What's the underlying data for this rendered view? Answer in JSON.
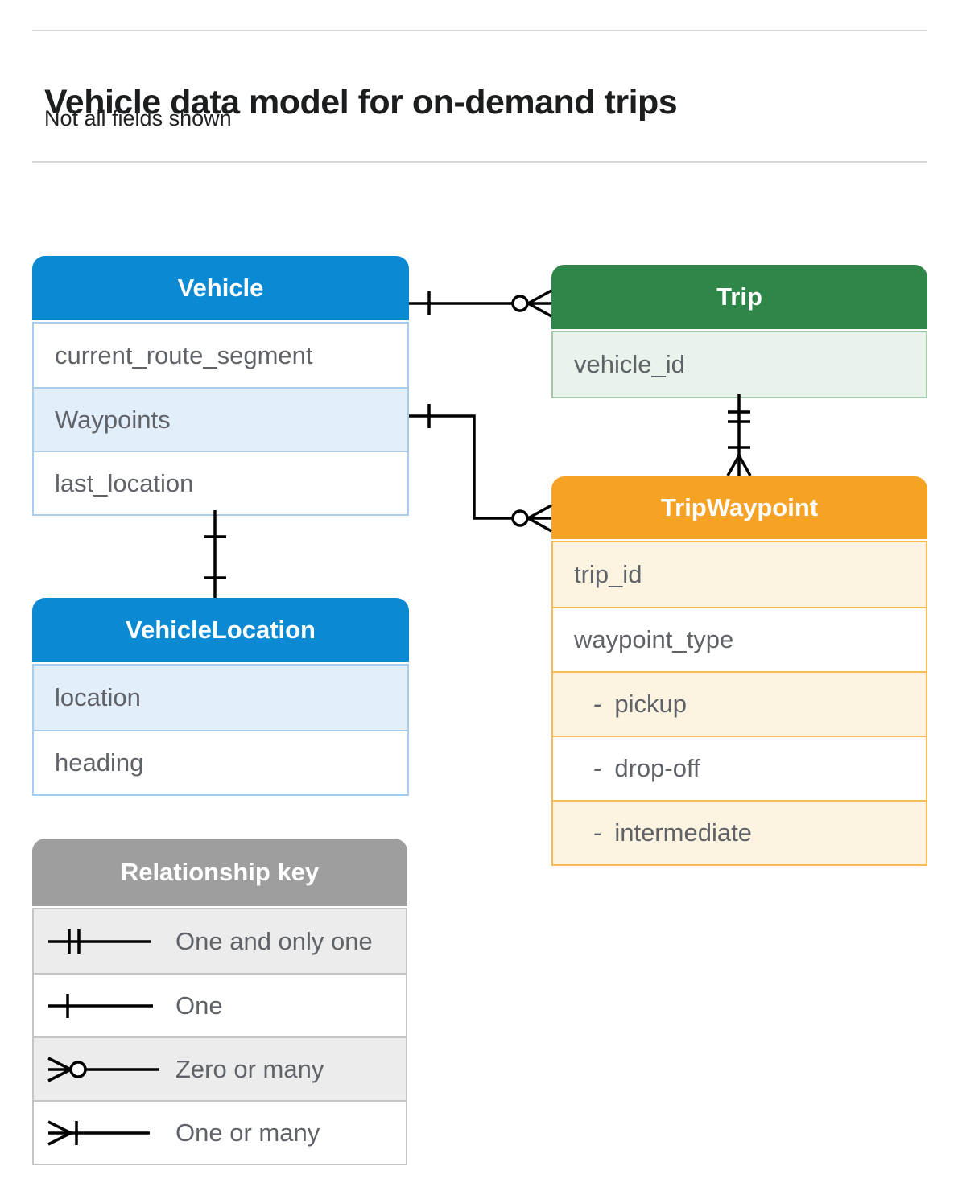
{
  "page": {
    "title": "Vehicle data model for on-demand trips",
    "subtitle": "Not all fields shown"
  },
  "entities": {
    "vehicle": {
      "title": "Vehicle",
      "rows": [
        {
          "text": "current_route_segment"
        },
        {
          "text": "Waypoints",
          "highlighted": true
        },
        {
          "text": "last_location"
        }
      ]
    },
    "trip": {
      "title": "Trip",
      "rows": [
        {
          "text": "vehicle_id",
          "highlighted": true
        }
      ]
    },
    "tripWaypoint": {
      "title": "TripWaypoint",
      "rows": [
        {
          "text": "trip_id",
          "highlighted": true
        },
        {
          "text": "waypoint_type"
        },
        {
          "prefix": "-",
          "text": "pickup",
          "highlighted": true
        },
        {
          "prefix": "-",
          "text": "drop-off"
        },
        {
          "prefix": "-",
          "text": "intermediate",
          "highlighted": true
        }
      ]
    },
    "vehicleLocation": {
      "title": "VehicleLocation",
      "rows": [
        {
          "text": "location",
          "highlighted": true
        },
        {
          "text": "heading"
        }
      ]
    }
  },
  "legend": {
    "title": "Relationship key",
    "items": [
      {
        "symbol": "one-and-only-one",
        "label": "One and only one"
      },
      {
        "symbol": "one",
        "label": "One"
      },
      {
        "symbol": "zero-or-many",
        "label": "Zero or many"
      },
      {
        "symbol": "one-or-many",
        "label": "One or many"
      }
    ]
  },
  "relationships": [
    {
      "from": "Vehicle",
      "to": "Trip",
      "from_cardinality": "one",
      "to_cardinality": "zero-or-many"
    },
    {
      "from": "Vehicle.Waypoints",
      "to": "TripWaypoint",
      "from_cardinality": "one",
      "to_cardinality": "zero-or-many"
    },
    {
      "from": "Trip",
      "to": "TripWaypoint",
      "from_cardinality": "one-and-only-one",
      "to_cardinality": "one-or-many"
    },
    {
      "from": "Vehicle",
      "to": "VehicleLocation",
      "from_cardinality": "one",
      "to_cardinality": "one"
    }
  ],
  "colors": {
    "blue": "#0b8ad3",
    "blue_tint": "#e2eefa",
    "green": "#2e8748",
    "green_tint": "#eaf3eb",
    "orange": "#f6a325",
    "orange_tint": "#fdf3e1",
    "gray": "#9e9e9e",
    "gray_tint": "#ececec",
    "row_text": "#5f6368",
    "title_text": "#1b1d1f",
    "connector": "#000000"
  }
}
